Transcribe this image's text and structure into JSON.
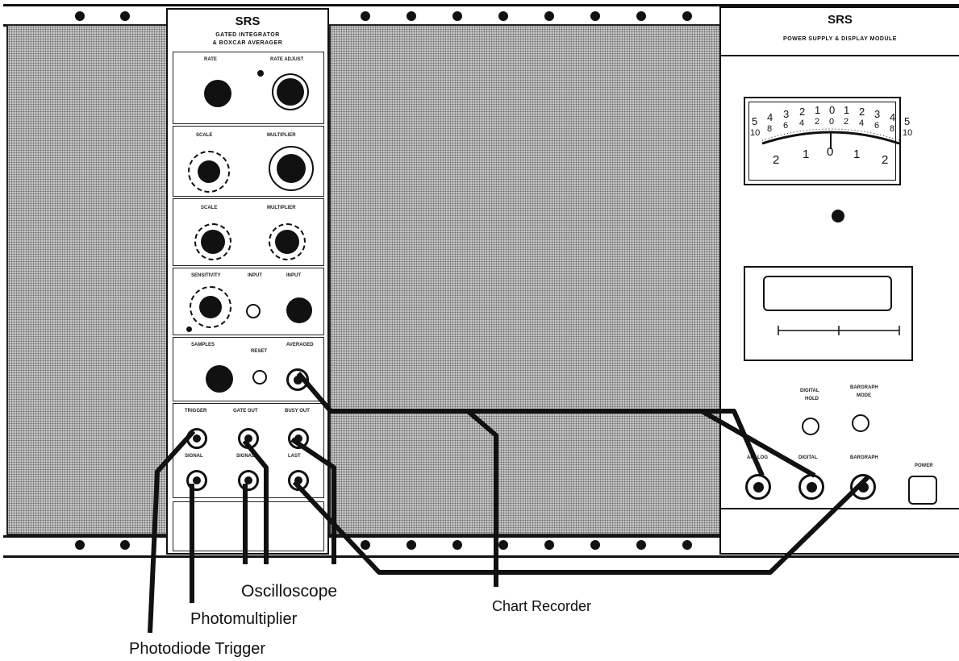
{
  "left_module": {
    "brand": "SRS",
    "title_line1": "GATED INTEGRATOR",
    "title_line2": "& BOXCAR AVERAGER"
  },
  "right_module": {
    "brand": "SRS",
    "title": "POWER SUPPLY & DISPLAY MODULE",
    "meter_scale_top": [
      "5",
      "4",
      "3",
      "2",
      "1",
      "0",
      "1",
      "2",
      "3",
      "4",
      "5"
    ],
    "meter_scale_mid": [
      "10",
      "8",
      "6",
      "4",
      "2",
      "0",
      "2",
      "4",
      "6",
      "8",
      "10"
    ],
    "meter_scale_bottom": [
      "2",
      "1",
      "0",
      "1",
      "2"
    ]
  },
  "callouts": {
    "oscilloscope": "Oscilloscope",
    "chart_recorder": "Chart Recorder",
    "photomultiplier": "Photomultiplier",
    "photodiode_trigger": "Photodiode Trigger"
  }
}
